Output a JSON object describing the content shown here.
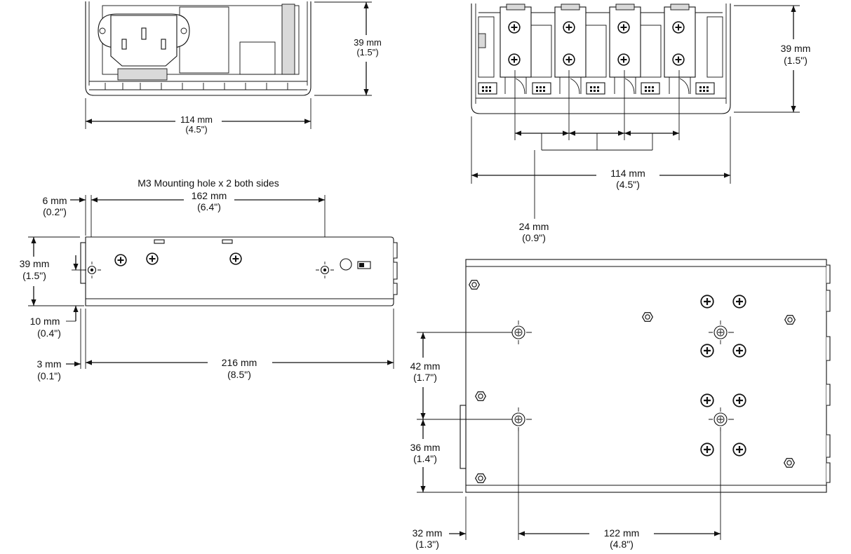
{
  "front_view": {
    "width_mm": "114 mm",
    "width_in": "(4.5\")",
    "height_mm": "39 mm",
    "height_in": "(1.5\")"
  },
  "rear_view": {
    "width_mm": "114 mm",
    "width_in": "(4.5\")",
    "height_mm": "39 mm",
    "height_in": "(1.5\")",
    "pitch_mm": "24 mm",
    "pitch_in": "(0.9\")"
  },
  "side_view": {
    "note": "M3 Mounting hole x 2 both sides",
    "hole_spacing_mm": "162 mm",
    "hole_spacing_in": "(6.4\")",
    "hole_offset_mm": "6 mm",
    "hole_offset_in": "(0.2\")",
    "height_mm": "39 mm",
    "height_in": "(1.5\")",
    "hole_height_mm": "10 mm",
    "hole_height_in": "(0.4\")",
    "flange_mm": "3 mm",
    "flange_in": "(0.1\")",
    "length_mm": "216 mm",
    "length_in": "(8.5\")"
  },
  "bottom_view": {
    "spacing_a_mm": "42 mm",
    "spacing_a_in": "(1.7\")",
    "spacing_b_mm": "36 mm",
    "spacing_b_in": "(1.4\")",
    "offset_mm": "32 mm",
    "offset_in": "(1.3\")",
    "span_mm": "122 mm",
    "span_in": "(4.8\")"
  }
}
